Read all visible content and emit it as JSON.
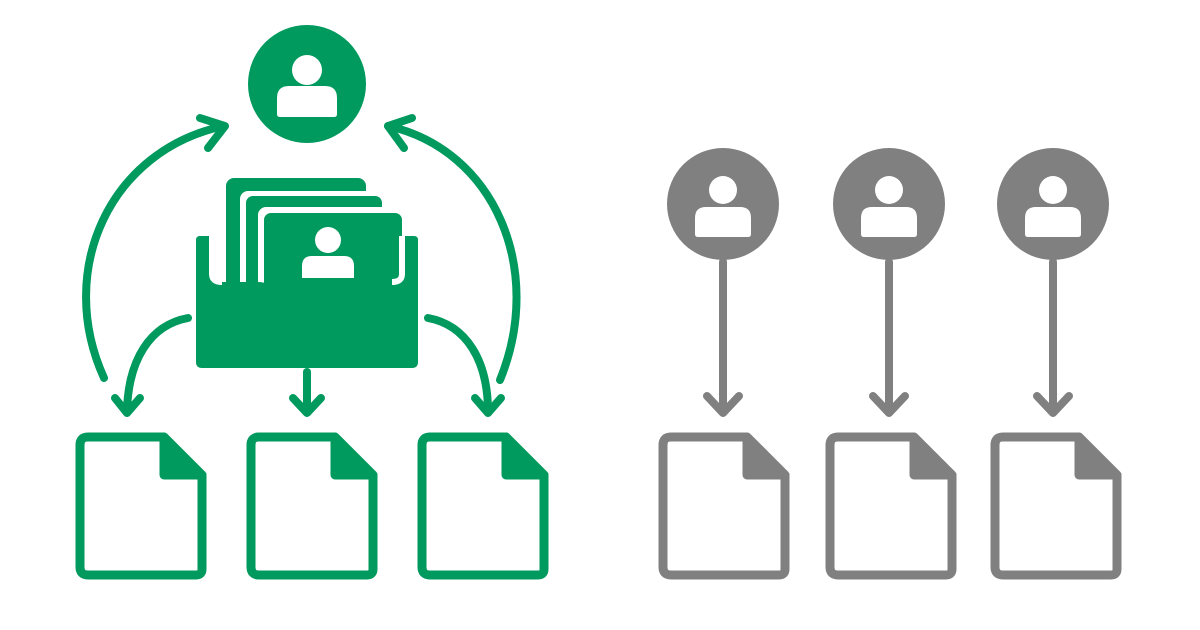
{
  "colors": {
    "green": "#009a5e",
    "gray": "#808080",
    "background": "#ffffff",
    "knockout": "#ffffff"
  },
  "diagram": {
    "left_group": {
      "description_role": "shared-record",
      "nodes": [
        "person-circle-icon",
        "record-tray-icon",
        "document-icon",
        "document-icon",
        "document-icon"
      ],
      "document_count": 3
    },
    "right_group": {
      "description_role": "separate-records",
      "person_count": 3,
      "document_count": 3
    }
  }
}
